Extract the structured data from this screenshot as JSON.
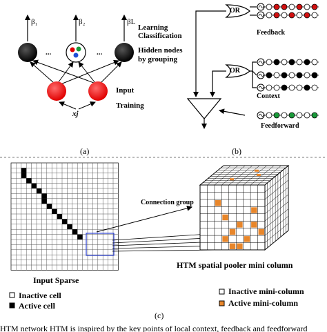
{
  "panel_a": {
    "beta_1": "β₁",
    "beta_2": "β₂",
    "beta_L": "βL",
    "ellipsis_1": "...",
    "ellipsis_2": "...",
    "learning": "Learning",
    "classification": "Classification",
    "hidden_nodes": "Hidden nodes",
    "by_grouping": "by grouping",
    "input": "Input",
    "training": "Training",
    "xj": "xj",
    "label": "(a)",
    "colors": {
      "hidden": "#000000",
      "input": "#e00000",
      "group_dots": [
        "#e00000",
        "#1f4fd8",
        "#1a9a3a"
      ]
    }
  },
  "panel_b": {
    "or_1": "OR",
    "or_2": "OR",
    "feedback": "Feedback",
    "context": "Context",
    "feedforward": "Feedforward",
    "label": "(b)",
    "feedback_row_1": [
      "w",
      "r",
      "r",
      "w",
      "r",
      "w",
      "r"
    ],
    "feedback_row_2": [
      "w",
      "r",
      "w",
      "r",
      "w",
      "r",
      "w"
    ],
    "context_row_1": [
      "w",
      "k",
      "w",
      "k",
      "w",
      "k",
      "w"
    ],
    "context_row_2": [
      "k",
      "w",
      "k",
      "w",
      "k",
      "w",
      "k"
    ],
    "context_row_3": [
      "w",
      "w",
      "k",
      "w",
      "w",
      "k",
      "w"
    ],
    "feedforward_row": [
      "w",
      "g",
      "w",
      "g",
      "w",
      "w",
      "g"
    ]
  },
  "panel_c": {
    "connection_group": "Connection group",
    "htm_title": "HTM spatial pooler mini column",
    "input_sparse": "Input Sparse",
    "inactive_cell": "Inactive cell",
    "active_cell": "Active cell",
    "inactive_mini_column": "Inactive mini-column",
    "active_mini_column": "Active mini-column",
    "label": "(c)",
    "caption_fragment": "HTM network HTM is inspired by the key points of local context, feedback and feedforward",
    "active_color": "#e8862a",
    "grid_size": 21,
    "active_cells": [
      [
        1,
        2
      ],
      [
        2,
        2
      ],
      [
        3,
        3
      ],
      [
        4,
        4
      ],
      [
        5,
        5
      ],
      [
        6,
        6
      ],
      [
        7,
        6
      ],
      [
        8,
        7
      ],
      [
        9,
        8
      ],
      [
        10,
        9
      ],
      [
        11,
        10
      ],
      [
        12,
        11
      ],
      [
        13,
        12
      ],
      [
        14,
        13
      ]
    ]
  }
}
